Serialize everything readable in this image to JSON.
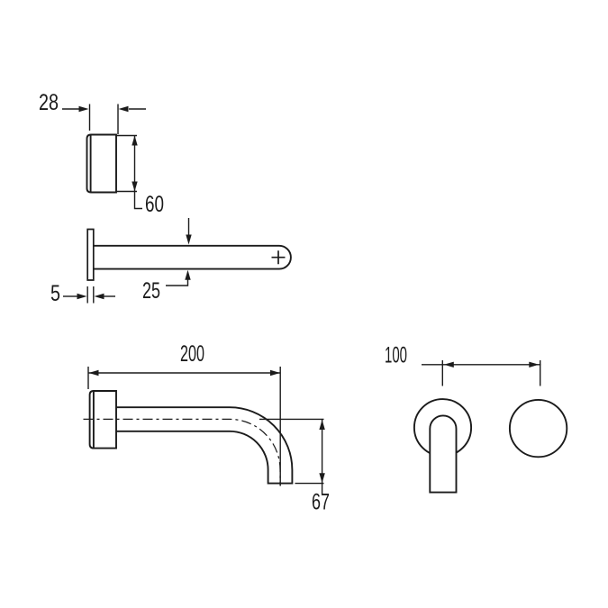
{
  "drawing": {
    "background": "#ffffff",
    "line_color": "#1b1b1b",
    "type": "technical-dimension-drawing",
    "dimensions": {
      "handle_width": "28",
      "handle_height": "60",
      "spout_width": "25",
      "flange_thickness": "5",
      "spout_projection": "200",
      "outlet_drop": "67",
      "centre_spacing": "100"
    },
    "icons": {
      "aerator_mark": "plus-cross"
    }
  }
}
